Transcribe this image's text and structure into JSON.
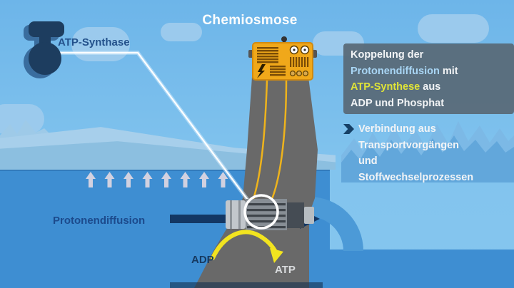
{
  "title": "Chemiosmose",
  "diagram": {
    "atp_synthase_label": "ATP-Synthase",
    "protonendiffusion_label": "Protonendiffusion",
    "adp_label": "ADP",
    "atp_label": "ATP"
  },
  "info_panel": {
    "line1": "Koppelung der",
    "line2_highlight": "Protonendiffusion",
    "line2_rest": " mit",
    "line3_highlight": "ATP-Synthese",
    "line3_rest": " aus",
    "line4": "ADP und Phosphat"
  },
  "bullet_note": {
    "line1": "Verbindung aus",
    "line2": "Transportvorgängen",
    "line3": "und",
    "line4": "Stoffwechselprozessen"
  },
  "icons": {
    "atp_synthase": "atp-synthase-enzyme",
    "generator": "power-generator",
    "lightning": "lightning-bolt",
    "bullet": "chevron-right",
    "proton_flow": "right-arrow",
    "diffusion": "up-arrows"
  },
  "colors": {
    "sky": "#6db5e9",
    "water": "#3e8ed2",
    "dam_gray": "#696969",
    "navy_arrow": "#133764",
    "label_blue": "#1c4a8c",
    "panel_bg": "#586875",
    "highlight_blue": "#a9d6f5",
    "highlight_yellow": "#e0e437",
    "highlight_green": "#cfe03c",
    "generator_orange": "#f0a81a",
    "atp_arrow_yellow": "#f2e41f"
  }
}
